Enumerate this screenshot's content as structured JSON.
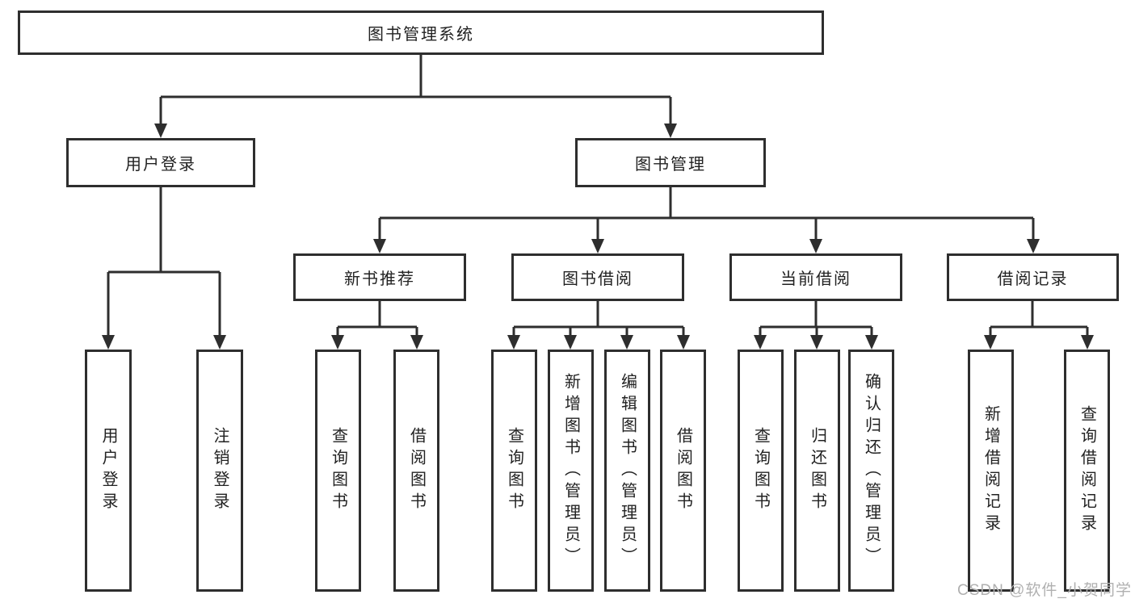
{
  "nodes": {
    "root": "图书管理系统",
    "user_login": "用户登录",
    "book_mgmt": "图书管理",
    "new_books": "新书推荐",
    "borrow": "图书借阅",
    "current": "当前借阅",
    "records": "借阅记录"
  },
  "leaves": {
    "user_login": [
      "用户登录",
      "注销登录"
    ],
    "new_books": [
      "查询图书",
      "借阅图书"
    ],
    "borrow": [
      "查询图书",
      "新增图书（管理员）",
      "编辑图书（管理员）",
      "借阅图书"
    ],
    "current": [
      "查询图书",
      "归还图书",
      "确认归还（管理员）"
    ],
    "records": [
      "新增借阅记录",
      "查询借阅记录"
    ]
  },
  "watermark": "CSDN @软件_小贺同学",
  "colors": {
    "line": "#2e2e2e",
    "box_border": "#2e2e2e",
    "box_fill": "#ffffff",
    "text": "#222222",
    "watermark": "#b0b0b0"
  }
}
